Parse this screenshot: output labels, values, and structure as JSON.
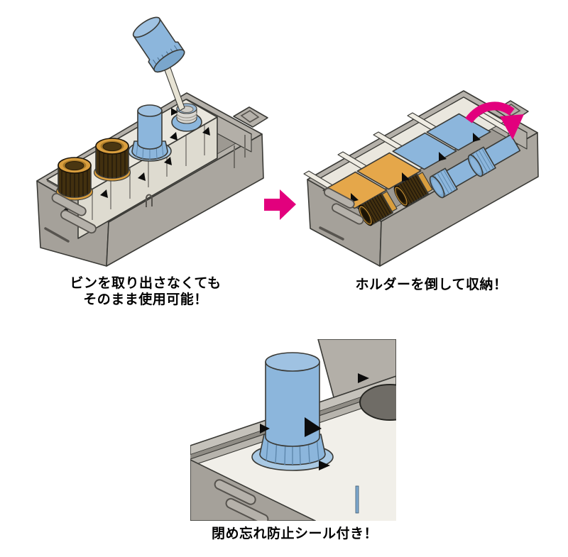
{
  "captions": {
    "left": {
      "line1": "ビンを取り出さなくても",
      "line2": "そのまま使用可能！"
    },
    "right": "ホルダーを倒して収納！",
    "bottom": "閉め忘れ防止シール付き！"
  },
  "colors": {
    "page_bg": "#ffffff",
    "text": "#000000",
    "magenta": "#e2007d",
    "box_gray": "#b5b1aa",
    "box_gray_wall": "#aaa69f",
    "box_gray_dark": "#a5a19a",
    "box_inner": "#9d9992",
    "box_inner_wall": "#b3afa8",
    "plate_cream": "#eae7de",
    "plate_face": "#dedbd0",
    "rail_cream": "#efece3",
    "bottle_blue": "#8cb6dc",
    "bottle_blue_light": "#9fc2e2",
    "bottle_blue_deep": "#7aa6cc",
    "holder_blue": "#a9c9e4",
    "cap_brown": "#42300f",
    "cap_brown_dark": "#1c1408",
    "cap_amber": "#d99e3e",
    "bottle_orange": "#e5a74a",
    "brush_cream": "#e7e3d4",
    "marker_black": "#0c0c0c"
  }
}
